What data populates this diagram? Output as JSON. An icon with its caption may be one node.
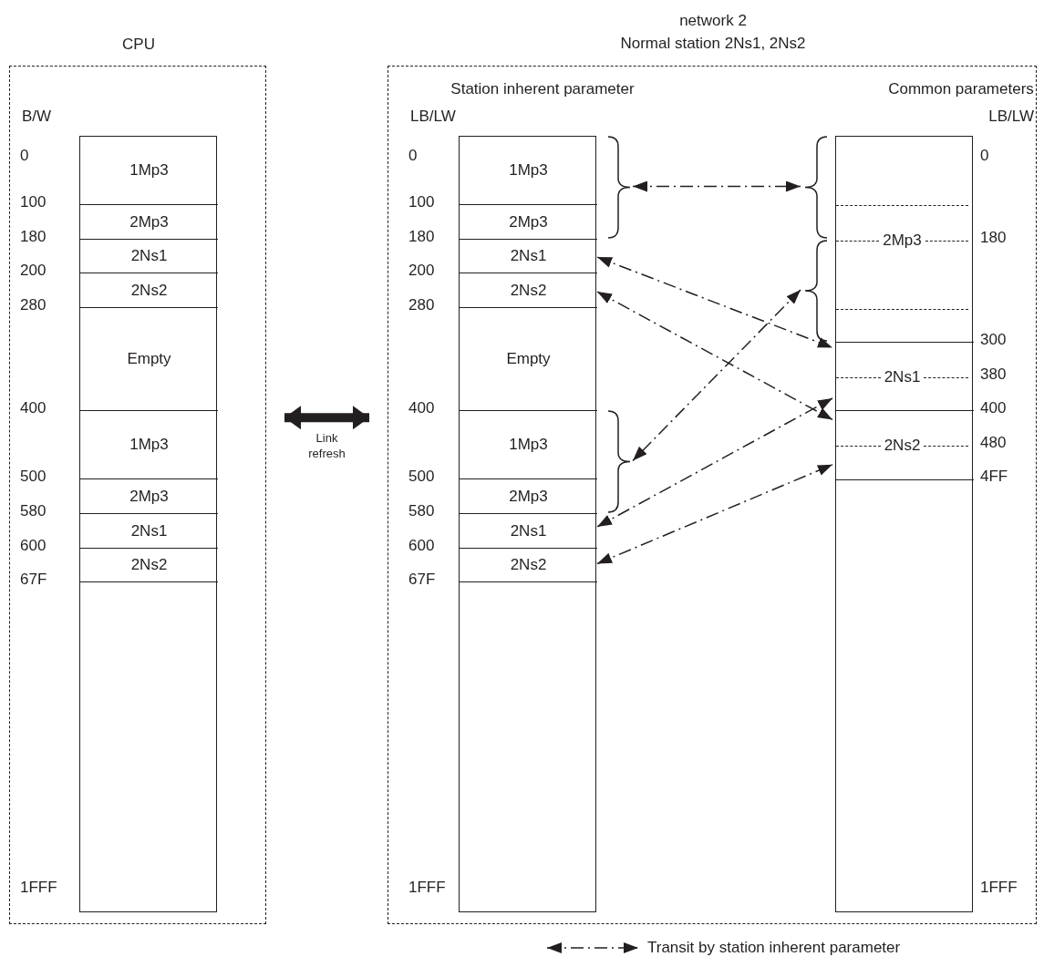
{
  "diagram": {
    "nodes": [
      {
        "text": [
          "CPU"
        ]
      },
      {
        "text": [
          "B/W"
        ],
        "in": 0
      },
      {
        "text": [
          "1Mp3"
        ],
        "in": 1
      },
      {
        "text": [
          "2Mp3"
        ],
        "in": 1
      },
      {
        "text": [
          "2Ns1"
        ],
        "in": 1
      },
      {
        "text": [
          "2Ns2"
        ],
        "in": 1
      },
      {
        "text": [
          "Empty"
        ],
        "in": 1
      },
      {
        "text": [
          "1Mp3"
        ],
        "in": 1
      },
      {
        "text": [
          "2Mp3"
        ],
        "in": 1
      },
      {
        "text": [
          "2Ns1"
        ],
        "in": 1
      },
      {
        "text": [
          "2Ns2"
        ],
        "in": 1
      },
      {
        "text": [
          "network 2",
          "Normal station 2Ns1, 2Ns2"
        ]
      },
      {
        "text": [
          "Station inherent parameter",
          "LB/LW"
        ],
        "in": 11
      },
      {
        "text": [
          "1Mp3"
        ],
        "in": 12
      },
      {
        "text": [
          "2Mp3"
        ],
        "in": 12
      },
      {
        "text": [
          "2Ns1"
        ],
        "in": 12
      },
      {
        "text": [
          "2Ns2"
        ],
        "in": 12
      },
      {
        "text": [
          "Empty"
        ],
        "in": 12
      },
      {
        "text": [
          "1Mp3"
        ],
        "in": 12
      },
      {
        "text": [
          "2Mp3"
        ],
        "in": 12
      },
      {
        "text": [
          "2Ns1"
        ],
        "in": 12
      },
      {
        "text": [
          "2Ns2"
        ],
        "in": 12
      },
      {
        "text": [
          "Common parameters",
          "LB/LW"
        ],
        "in": 11
      },
      {
        "text": [
          "2Mp3"
        ],
        "in": 22
      },
      {
        "text": [
          "2Ns1"
        ],
        "in": 22
      },
      {
        "text": [
          "2Ns2"
        ],
        "in": 22
      },
      {
        "text": [],
        "shape": "brace",
        "in": 11
      },
      {
        "text": [],
        "shape": "brace",
        "in": 11
      },
      {
        "text": [],
        "shape": "brace",
        "in": 11
      },
      {
        "text": [],
        "shape": "brace",
        "in": 11
      }
    ],
    "edges": [
      {
        "from": 0,
        "to": 11,
        "arrow": "both",
        "label": "Link refresh",
        "style": "thick"
      },
      {
        "from": 26,
        "to": 28,
        "arrow": "both",
        "style": "dashed"
      },
      {
        "from": 15,
        "to": 24,
        "arrow": "both",
        "style": "dashed"
      },
      {
        "from": 16,
        "to": 25,
        "arrow": "both",
        "style": "dashed"
      },
      {
        "from": 29,
        "to": 27,
        "arrow": "both",
        "style": "dashed"
      },
      {
        "from": 20,
        "to": 24,
        "arrow": "both",
        "style": "dashed"
      },
      {
        "from": 21,
        "to": 25,
        "arrow": "both",
        "style": "dashed"
      }
    ],
    "labels": [
      "0",
      "100",
      "180",
      "200",
      "280",
      "400",
      "500",
      "580",
      "600",
      "67F",
      "1FFF",
      "0",
      "100",
      "180",
      "200",
      "280",
      "400",
      "500",
      "580",
      "600",
      "67F",
      "1FFF",
      "0",
      "180",
      "300",
      "380",
      "400",
      "480",
      "4FF",
      "1FFF"
    ],
    "legend": [
      {
        "text": "Transit by station inherent parameter"
      }
    ]
  }
}
